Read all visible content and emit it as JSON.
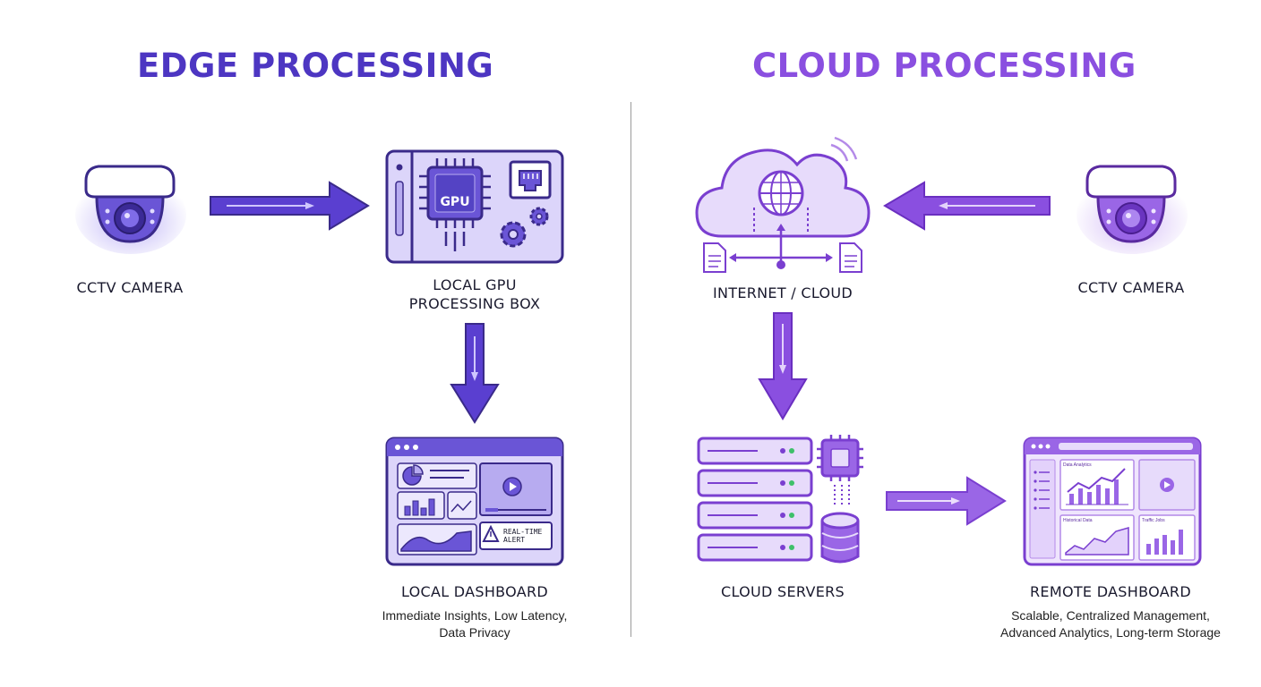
{
  "colors": {
    "edge_accent": "#5b3fc9",
    "edge_fill": "#d9d3f7",
    "cloud_accent": "#8a4fe0",
    "cloud_fill": "#e6d9fb"
  },
  "edge": {
    "title": "EDGE PROCESSING",
    "camera_label": "CCTV CAMERA",
    "gpu_box_label_line1": "LOCAL GPU",
    "gpu_box_label_line2": "PROCESSING BOX",
    "gpu_chip_text": "GPU",
    "dashboard_label": "LOCAL DASHBOARD",
    "dashboard_desc_line1": "Immediate Insights, Low Latency,",
    "dashboard_desc_line2": "Data Privacy",
    "alert_text_line1": "REAL-TIME",
    "alert_text_line2": "ALERT"
  },
  "cloud": {
    "title": "CLOUD PROCESSING",
    "camera_label": "CCTV CAMERA",
    "internet_label": "INTERNET / CLOUD",
    "servers_label": "CLOUD SERVERS",
    "dashboard_label": "REMOTE DASHBOARD",
    "dashboard_desc_line1": "Scalable, Centralized Management,",
    "dashboard_desc_line2": "Advanced Analytics, Long-term Storage",
    "panel_titles": [
      "Data Analytics",
      "Historical Data",
      "Traffic Jobs"
    ]
  },
  "icons": {
    "camera": "dome-camera-icon",
    "gpu": "gpu-chip-icon",
    "ethernet": "ethernet-port-icon",
    "gear": "gear-icon",
    "dashboard": "dashboard-window-icon",
    "cloud": "cloud-globe-icon",
    "server": "server-rack-icon",
    "database": "database-icon",
    "document": "document-icon",
    "arrow": "flow-arrow-icon"
  }
}
